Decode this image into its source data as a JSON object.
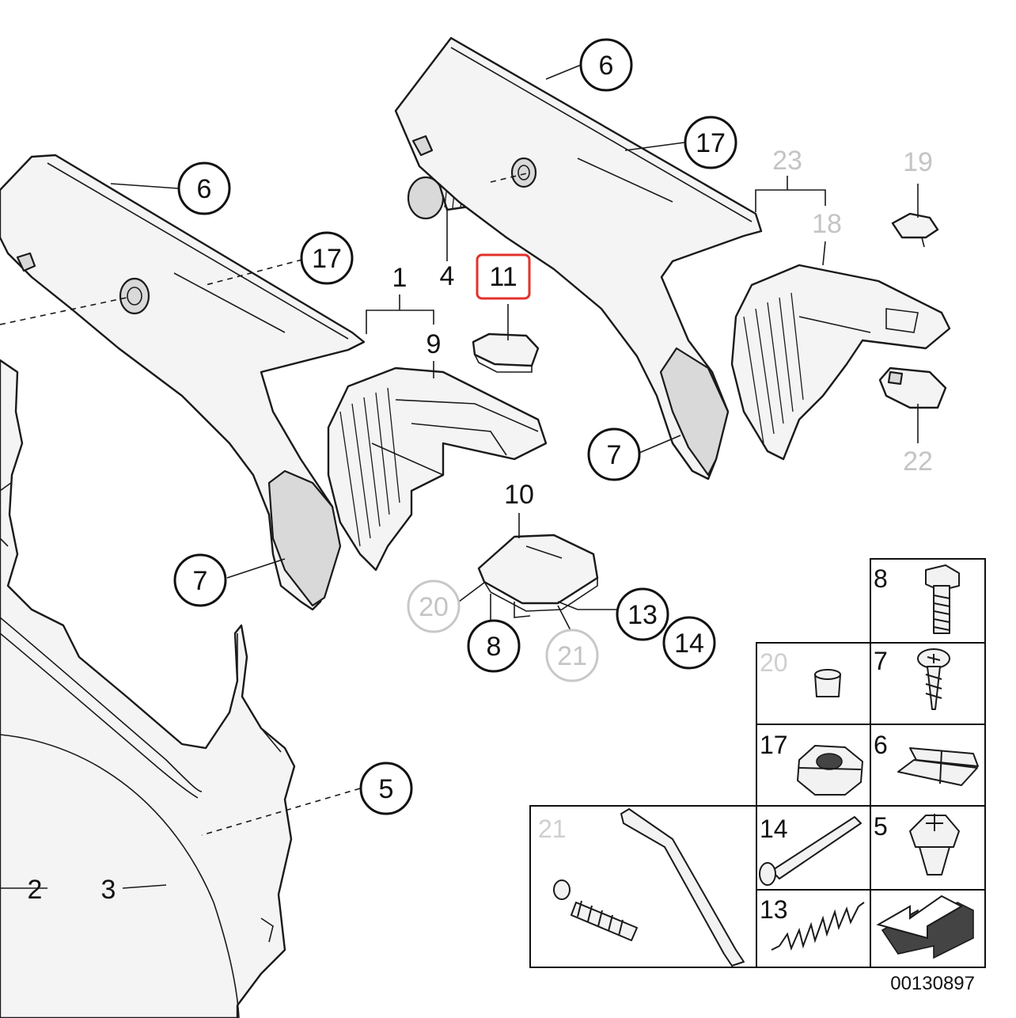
{
  "colors": {
    "highlight": "#e2322b",
    "ink": "#111111",
    "muted": "#c4c4c4"
  },
  "callouts": [
    {
      "id": "6a",
      "label": "6",
      "muted": false
    },
    {
      "id": "17a",
      "label": "17",
      "muted": false
    },
    {
      "id": "7a",
      "label": "7",
      "muted": false
    },
    {
      "id": "6b",
      "label": "6",
      "muted": false
    },
    {
      "id": "17b",
      "label": "17",
      "muted": false
    },
    {
      "id": "7b",
      "label": "7",
      "muted": false
    },
    {
      "id": "5",
      "label": "5",
      "muted": false
    },
    {
      "id": "13",
      "label": "13",
      "muted": false
    },
    {
      "id": "14",
      "label": "14",
      "muted": false
    },
    {
      "id": "8",
      "label": "8",
      "muted": false
    },
    {
      "id": "20",
      "label": "20",
      "muted": true
    },
    {
      "id": "21",
      "label": "21",
      "muted": true
    }
  ],
  "plain_labels": [
    {
      "id": "1",
      "label": "1",
      "muted": false
    },
    {
      "id": "9",
      "label": "9",
      "muted": false
    },
    {
      "id": "4",
      "label": "4",
      "muted": false
    },
    {
      "id": "10",
      "label": "10",
      "muted": false
    },
    {
      "id": "2",
      "label": "2",
      "muted": false
    },
    {
      "id": "3",
      "label": "3",
      "muted": false
    },
    {
      "id": "23",
      "label": "23",
      "muted": true
    },
    {
      "id": "18",
      "label": "18",
      "muted": true
    },
    {
      "id": "19",
      "label": "19",
      "muted": true
    },
    {
      "id": "22",
      "label": "22",
      "muted": true
    }
  ],
  "highlighted": {
    "label": "11"
  },
  "parts_grid": [
    {
      "id": "cell-8",
      "label": "8",
      "muted": false,
      "icon": "hex-bolt-icon"
    },
    {
      "id": "cell-20",
      "label": "20",
      "muted": true,
      "icon": "cap-icon"
    },
    {
      "id": "cell-7",
      "label": "7",
      "muted": false,
      "icon": "screw-icon"
    },
    {
      "id": "cell-17",
      "label": "17",
      "muted": false,
      "icon": "hex-nut-icon"
    },
    {
      "id": "cell-6",
      "label": "6",
      "muted": false,
      "icon": "clip-icon"
    },
    {
      "id": "cell-21",
      "label": "21",
      "muted": true,
      "icon": "rod-spring-icon"
    },
    {
      "id": "cell-14",
      "label": "14",
      "muted": false,
      "icon": "pin-icon"
    },
    {
      "id": "cell-5",
      "label": "5",
      "muted": false,
      "icon": "push-rivet-icon"
    },
    {
      "id": "cell-13",
      "label": "13",
      "muted": false,
      "icon": "spring-icon"
    },
    {
      "id": "cell-arrow",
      "label": "",
      "muted": false,
      "icon": "direction-arrow-icon"
    }
  ],
  "reference_number": "00130897"
}
